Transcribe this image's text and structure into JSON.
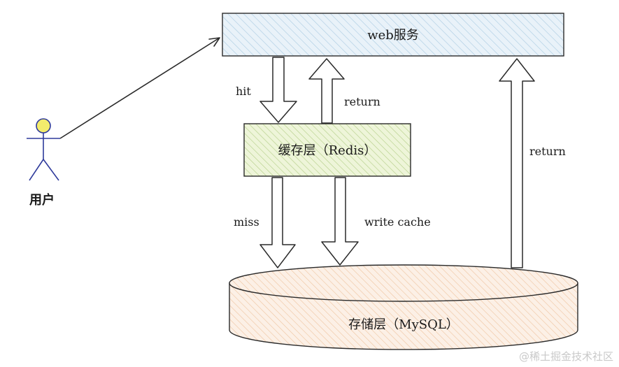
{
  "diagram": {
    "web_service": "web服务",
    "cache_layer": "缓存层（Redis）",
    "storage_layer": "存储层（MySQL）",
    "user": "用户",
    "hit": "hit",
    "return_from_cache": "return",
    "miss": "miss",
    "write_cache": "write cache",
    "return_from_storage": "return"
  },
  "watermark": "@稀土掘金技术社区",
  "colors": {
    "web_fill": "#e7f1f8",
    "web_hatch": "#aecde3",
    "cache_fill": "#eef5d9",
    "cache_hatch": "#b7d08c",
    "storage_fill": "#fbeee3",
    "storage_hatch": "#efc7a4",
    "user_head": "#f3ec6c",
    "user_stroke": "#2e3a9b",
    "stroke": "#2a2a2a"
  }
}
